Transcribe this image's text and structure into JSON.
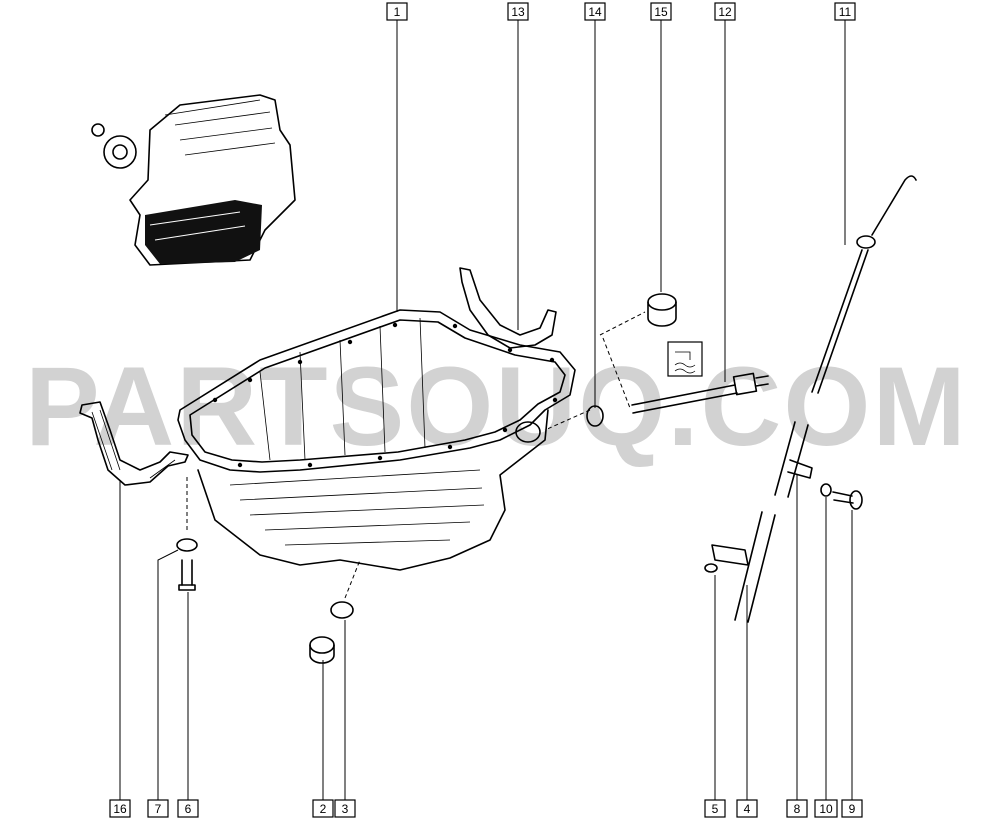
{
  "watermark": "PARTSOUQ.COM",
  "callouts": [
    {
      "id": "c1",
      "label": "1"
    },
    {
      "id": "c13",
      "label": "13"
    },
    {
      "id": "c14",
      "label": "14"
    },
    {
      "id": "c15",
      "label": "15"
    },
    {
      "id": "c12",
      "label": "12"
    },
    {
      "id": "c11",
      "label": "11"
    },
    {
      "id": "c16",
      "label": "16"
    },
    {
      "id": "c7",
      "label": "7"
    },
    {
      "id": "c6",
      "label": "6"
    },
    {
      "id": "c2",
      "label": "2"
    },
    {
      "id": "c3",
      "label": "3"
    },
    {
      "id": "c5",
      "label": "5"
    },
    {
      "id": "c4",
      "label": "4"
    },
    {
      "id": "c8",
      "label": "8"
    },
    {
      "id": "c10",
      "label": "10"
    },
    {
      "id": "c9",
      "label": "9"
    }
  ]
}
